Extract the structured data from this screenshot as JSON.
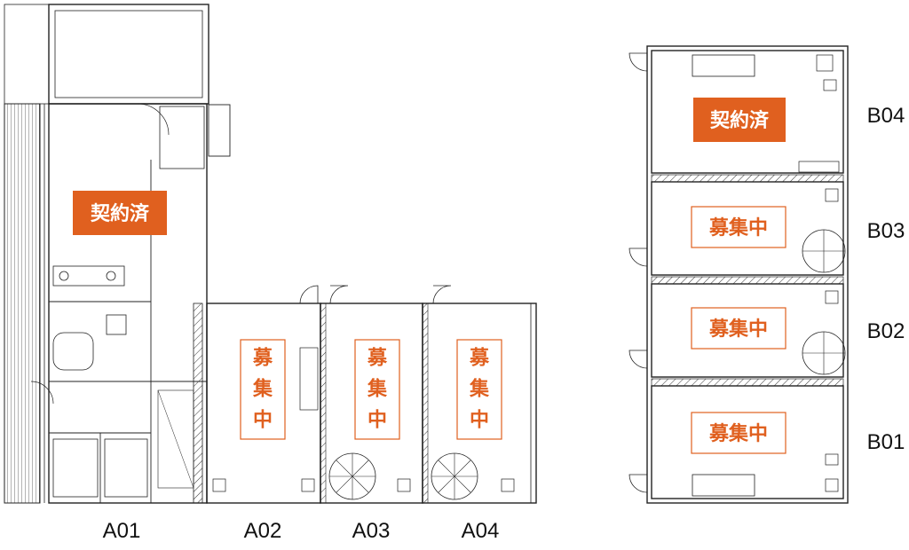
{
  "colors": {
    "contracted_fill": "#e0601f",
    "contracted_text": "#ffffff",
    "recruiting_border": "#e0601f",
    "recruiting_text": "#e0601f",
    "wall": "#222222"
  },
  "units": {
    "a01": {
      "label": "A01",
      "status": "契約済"
    },
    "a02": {
      "label": "A02",
      "status": "募集中"
    },
    "a03": {
      "label": "A03",
      "status": "募集中"
    },
    "a04": {
      "label": "A04",
      "status": "募集中"
    },
    "b04": {
      "label": "B04",
      "status": "契約済"
    },
    "b03": {
      "label": "B03",
      "status": "募集中"
    },
    "b02": {
      "label": "B02",
      "status": "募集中"
    },
    "b01": {
      "label": "B01",
      "status": "募集中"
    }
  }
}
